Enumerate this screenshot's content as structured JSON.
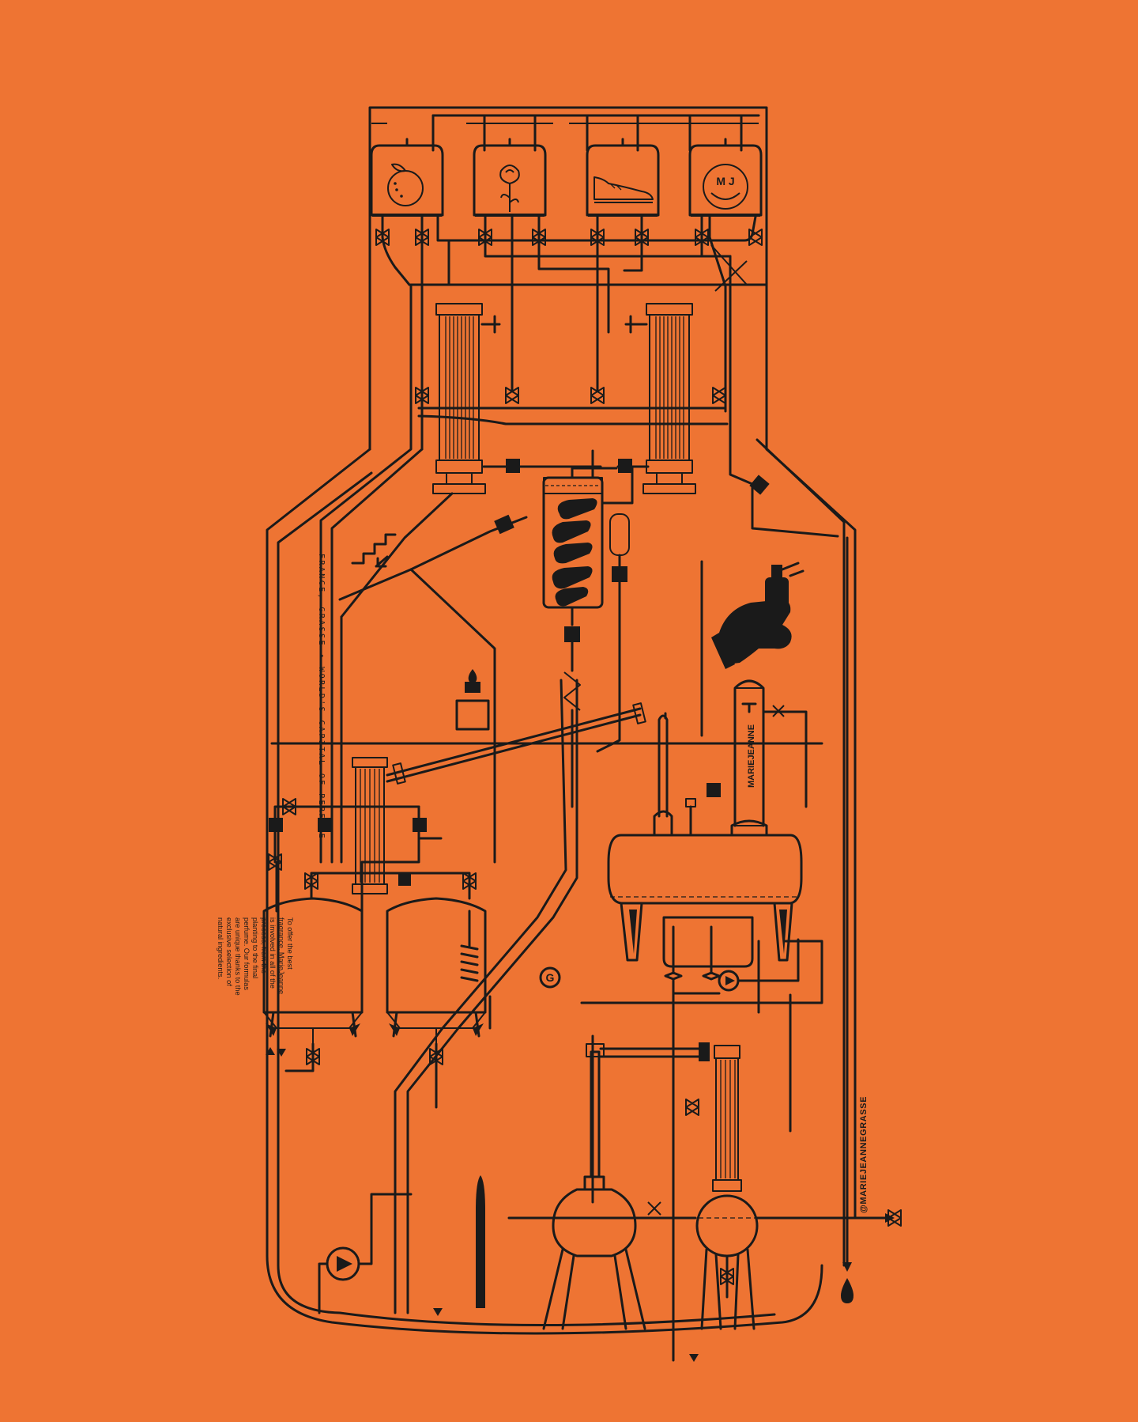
{
  "poster": {
    "background": "#EE7433",
    "ink": "#1a1a1a"
  },
  "labels": {
    "location": "FRANCE, GRASSE  •  WORLD'S CAPITAL OF PERFUME",
    "still_brand": "MARIEJEANNE",
    "social_handle": "@MARIEJEANNEGRASSE",
    "tank_badge": "G",
    "logo_letters": "M J",
    "blurb_lines": [
      "To offer the best",
      "fragrance, MarieJeanne",
      "is involved in all of the",
      "process, from the",
      "planting to the final",
      "perfume. Our formulas",
      "are unique thanks to the",
      "exclusive selection of",
      "natural ingredients."
    ]
  },
  "icons": [
    "orange-icon",
    "rose-icon",
    "sneaker-icon",
    "smiley-logo-icon",
    "stairs-icon",
    "candle-icon",
    "spray-hand-icon",
    "pump-icon",
    "drop-icon",
    "bottle-icon"
  ]
}
